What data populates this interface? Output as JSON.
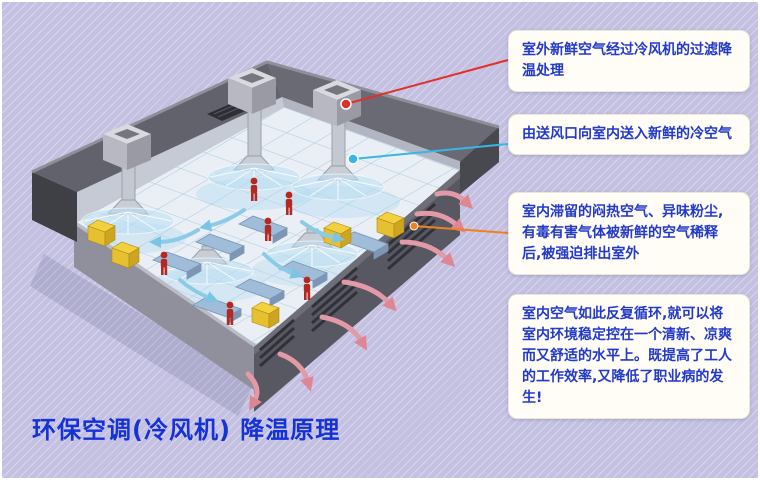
{
  "page": {
    "title": "环保空调(冷风机) 降温原理"
  },
  "callouts": [
    {
      "id": "outdoor-intake",
      "text": "室外新鲜空气经过冷风机的过滤降温处理",
      "accent": "#e03028"
    },
    {
      "id": "supply-vent",
      "text": "由送风口向室内送入新鲜的冷空气",
      "accent": "#38b6e6"
    },
    {
      "id": "exhaust",
      "text": "室内滞留的闷热空气、异味粉尘,有毒有害气体被新鲜的空气稀释后,被强迫排出室外",
      "accent": "#f08020"
    },
    {
      "id": "circulation",
      "text": "室内空气如此反复循环,就可以将室内环境稳定控在一个清新、凉爽而又舒适的水平上。既提高了工人的工作效率,又降低了职业病的发生!",
      "accent": ""
    }
  ],
  "colors": {
    "background": "#c3c0e1",
    "callout_bg": "#fffdf5",
    "callout_text": "#2239cb",
    "title_color": "#1531d8",
    "leader_red": "#e03028",
    "leader_cyan": "#38b6e6",
    "leader_orange": "#f08020",
    "exhaust_arrow": "#e39aa6",
    "supply_arrow": "#8ccbe8"
  }
}
